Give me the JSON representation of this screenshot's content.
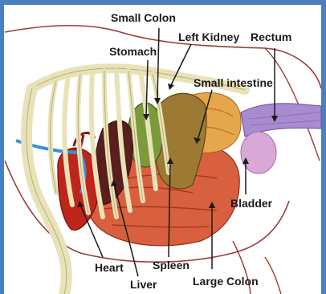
{
  "labels": {
    "small_colon": "Small Colon",
    "stomach": "Stomach",
    "left_kidney": "Left Kidney",
    "rectum": "Rectum",
    "small_intestine": "Small intestine",
    "bladder": "Bladder",
    "heart": "Heart",
    "spleen": "Spleen",
    "large_colon": "Large Colon",
    "liver": "Liver"
  },
  "colors": {
    "frame_blue": "#4a7fc0",
    "outline": "#9b3a3a",
    "bone": "#e8e2b8",
    "stomach": "#7a9a3c",
    "spleen": "#9c7a34",
    "large_colon": "#d8603e",
    "small_colon": "#e6a64a",
    "heart": "#c0251c",
    "bladder": "#d8a8d8",
    "rectum": "#a98bd0",
    "liver": "#5a1e1e",
    "vessel_blue": "#3d8fd8"
  }
}
